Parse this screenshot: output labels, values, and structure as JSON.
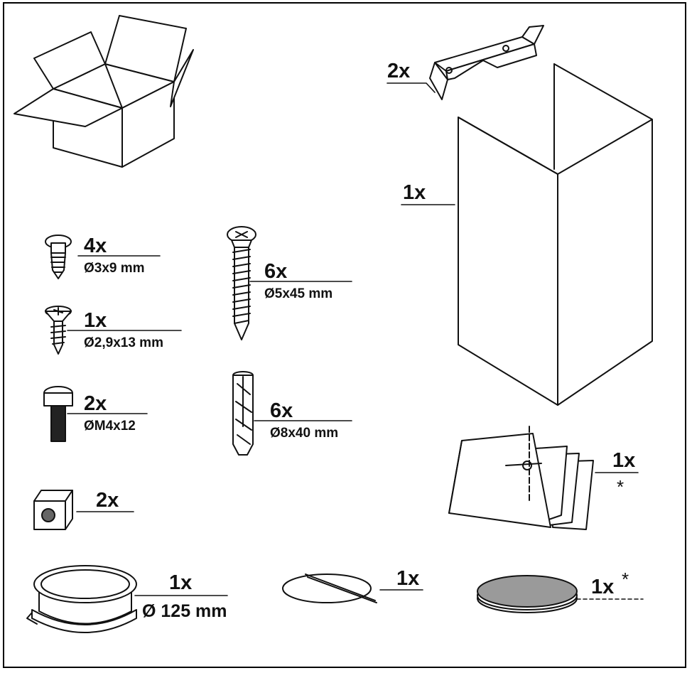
{
  "items": [
    {
      "id": "bracket",
      "qty": "2x",
      "dim": ""
    },
    {
      "id": "chimney",
      "qty": "1x",
      "dim": ""
    },
    {
      "id": "screw-a",
      "qty": "4x",
      "dim": "Ø3x9 mm"
    },
    {
      "id": "screw-b",
      "qty": "1x",
      "dim": "Ø2,9x13 mm"
    },
    {
      "id": "screw-c",
      "qty": "2x",
      "dim": "ØM4x12"
    },
    {
      "id": "cage-nut",
      "qty": "2x",
      "dim": ""
    },
    {
      "id": "wood-screw",
      "qty": "6x",
      "dim": "Ø5x45 mm"
    },
    {
      "id": "wall-plug",
      "qty": "6x",
      "dim": "Ø8x40 mm"
    },
    {
      "id": "manual",
      "qty": "1x",
      "dim": "",
      "mark": "*"
    },
    {
      "id": "duct-collar",
      "qty": "1x",
      "dim": "Ø 125 mm"
    },
    {
      "id": "clip-ring",
      "qty": "1x",
      "dim": ""
    },
    {
      "id": "filter",
      "qty": "1x",
      "dim": "",
      "mark": "*"
    }
  ]
}
